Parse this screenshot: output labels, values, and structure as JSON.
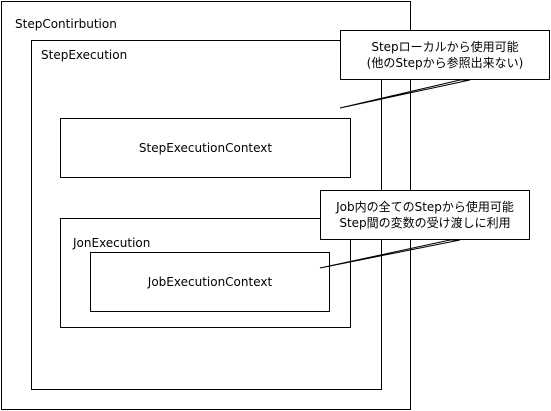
{
  "diagram": {
    "step_contribution": {
      "label": "StepContirbution"
    },
    "step_execution": {
      "label": "StepExecution"
    },
    "step_execution_context": {
      "label": "StepExecutionContext"
    },
    "job_execution": {
      "label": "JonExecution"
    },
    "job_execution_context": {
      "label": "JobExecutionContext"
    },
    "callout_step": {
      "line1": "Stepローカルから使用可能",
      "line2": "(他のStepから参照出来ない)"
    },
    "callout_job": {
      "line1": "Job内の全てのStepから使用可能",
      "line2": "Step間の変数の受け渡しに利用"
    }
  }
}
